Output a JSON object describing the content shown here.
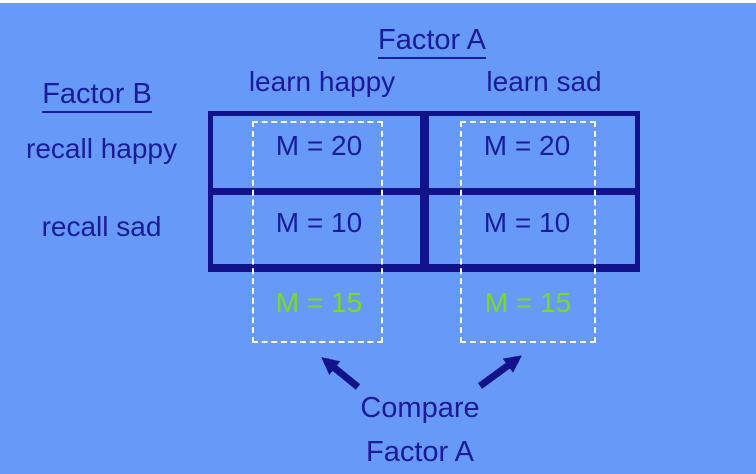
{
  "colors": {
    "background": "#6699F8",
    "navy": "#12128A",
    "text_navy": "#1B1B99",
    "green": "#77DD22",
    "white": "#FFFFFF"
  },
  "header": {
    "factor_a": "Factor A",
    "factor_b": "Factor B"
  },
  "table": {
    "column_headers": [
      "learn happy",
      "learn sad"
    ],
    "row_headers": [
      "recall happy",
      "recall sad"
    ],
    "cells": [
      [
        "M = 20",
        "M = 20"
      ],
      [
        "M = 10",
        "M = 10"
      ]
    ],
    "column_means": [
      "M = 15",
      "M = 15"
    ]
  },
  "caption": {
    "line1": "Compare",
    "line2": "Factor A"
  }
}
